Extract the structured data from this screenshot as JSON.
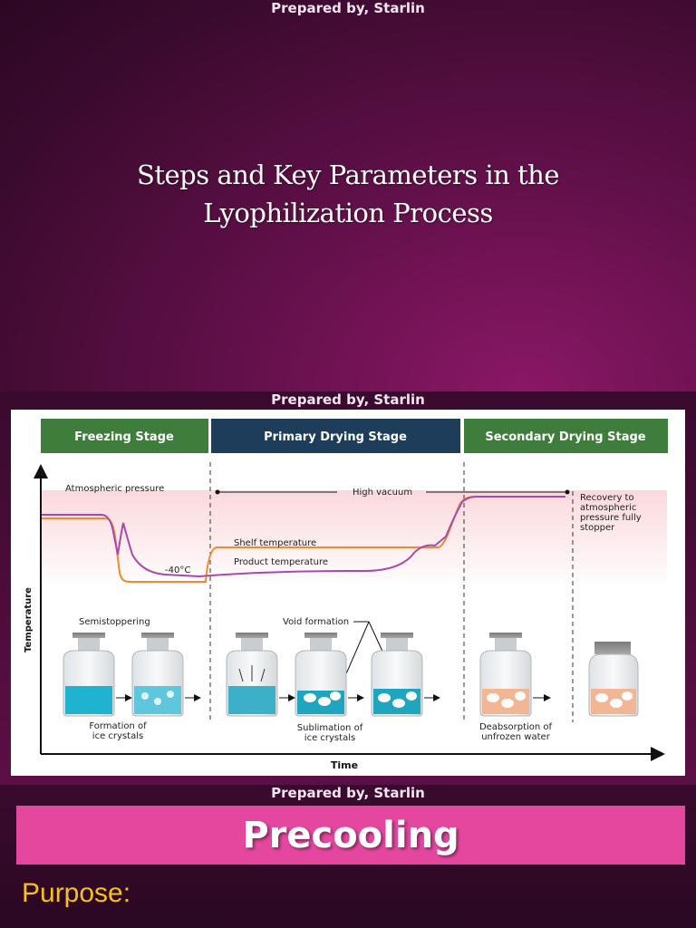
{
  "slides": [
    {
      "prepared_by": "Prepared by, Starlin",
      "title_line1": "Steps and Key Parameters in the",
      "title_line2": "Lyophilization Process"
    },
    {
      "prepared_by": "Prepared by, Starlin",
      "diagram": {
        "stages": [
          "Freezing Stage",
          "Primary Drying Stage",
          "Secondary Drying Stage"
        ],
        "stage_colors": [
          "#3f7d3c",
          "#1d3d5a",
          "#3f7d3c"
        ],
        "labels": {
          "atmospheric_pressure": "Atmospheric pressure",
          "high_vacuum": "High vacuum",
          "recovery_line1": "Recovery to",
          "recovery_line2": "atmospheric",
          "recovery_line3": "pressure fully",
          "recovery_line4": "stopper",
          "shelf_temperature": "Shelf temperature",
          "product_temperature": "Product temperature",
          "minus40": "-40°C",
          "semistoppering": "Semistoppering",
          "void_formation": "Void formation",
          "formation_line1": "Formation of",
          "formation_line2": "ice crystals",
          "sublimation_line1": "Sublimation of",
          "sublimation_line2": "ice crystals",
          "deabsorption_line1": "Deabsorption of",
          "deabsorption_line2": "unfrozen water",
          "y_axis": "Temperature",
          "x_axis": "Time"
        },
        "line_colors": {
          "shelf": "#f08a2a",
          "product": "#a94aa8"
        }
      }
    },
    {
      "prepared_by": "Prepared by, Starlin",
      "banner": "Precooling",
      "purpose": "Purpose:"
    }
  ]
}
